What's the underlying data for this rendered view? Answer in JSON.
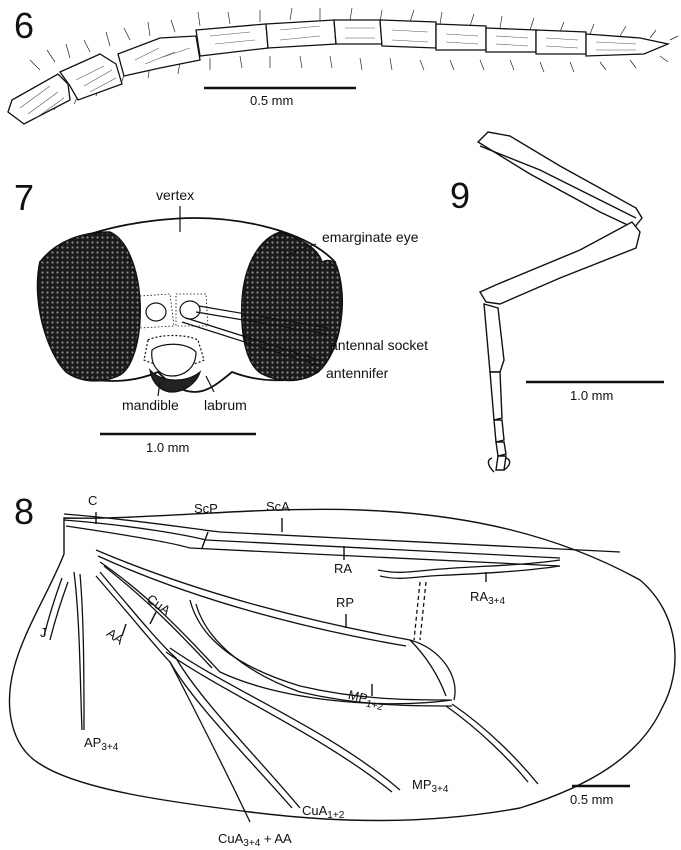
{
  "figures": {
    "fig6": {
      "number": "6",
      "scale_label": "0.5 mm"
    },
    "fig7": {
      "number": "7",
      "scale_label": "1.0 mm",
      "labels": {
        "vertex": "vertex",
        "emarginate_eye": "emarginate eye",
        "antennal_socket": "antennal socket",
        "antennifer": "antennifer",
        "labrum": "labrum",
        "mandible": "mandible"
      }
    },
    "fig8": {
      "number": "8",
      "scale_label": "0.5 mm",
      "veins": {
        "C": "C",
        "ScP": "ScP",
        "ScA": "ScA",
        "RA": "RA",
        "RA34_base": "RA",
        "RA34_sub": "3+4",
        "RP": "RP",
        "CuA": "CuA",
        "AA": "AA",
        "J": "J",
        "MP12_base": "MP",
        "MP12_sub": "1+2",
        "AP34_base": "AP",
        "AP34_sub": "3+4",
        "MP34_base": "MP",
        "MP34_sub": "3+4",
        "CuA12_base": "CuA",
        "CuA12_sub": "1+2",
        "CuA34AA_base": "CuA",
        "CuA34AA_sub": "3+4",
        "CuA34AA_tail": " + AA"
      }
    },
    "fig9": {
      "number": "9",
      "scale_label": "1.0 mm"
    }
  }
}
